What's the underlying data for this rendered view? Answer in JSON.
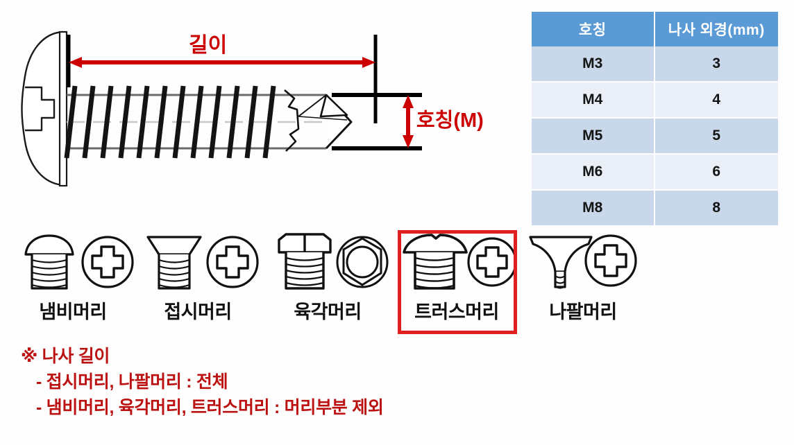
{
  "spec_table": {
    "headers": [
      "호칭",
      "나사 외경(mm)"
    ],
    "rows": [
      {
        "designation": "M3",
        "outer_diameter": "3"
      },
      {
        "designation": "M4",
        "outer_diameter": "4"
      },
      {
        "designation": "M5",
        "outer_diameter": "5"
      },
      {
        "designation": "M6",
        "outer_diameter": "6"
      },
      {
        "designation": "M8",
        "outer_diameter": "8"
      }
    ],
    "header_color": "#5B9BD5",
    "row_color_odd": "#C9D7EA",
    "row_color_even": "#E9EEF7"
  },
  "diagram": {
    "length_label": "길이",
    "nominal_label": "호칭(M)",
    "accent_color": "#CC0000"
  },
  "head_types": [
    {
      "label": "냄비머리",
      "highlighted": "false"
    },
    {
      "label": "접시머리",
      "highlighted": "false"
    },
    {
      "label": "육각머리",
      "highlighted": "false"
    },
    {
      "label": "트러스머리",
      "highlighted": "true"
    },
    {
      "label": "나팔머리",
      "highlighted": "false"
    }
  ],
  "notes": {
    "title": "※ 나사 길이",
    "line1": "- 접시머리, 나팔머리 : 전체",
    "line2": "- 냄비머리, 육각머리, 트러스머리 : 머리부분 제외",
    "color": "#BB1111"
  }
}
